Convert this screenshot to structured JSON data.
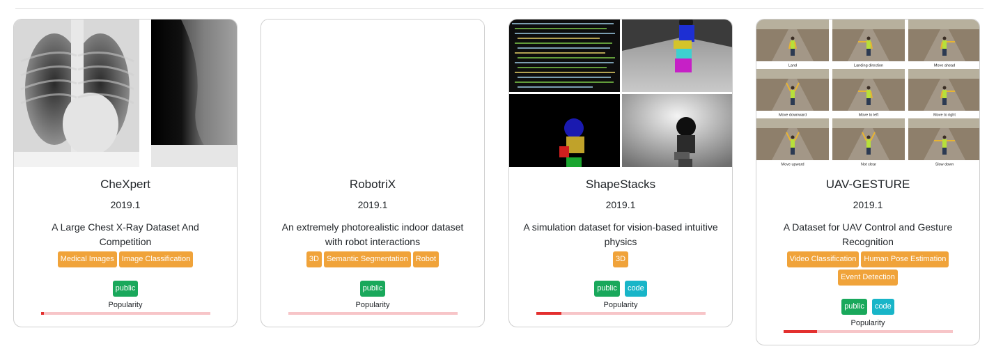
{
  "cards": [
    {
      "name": "CheXpert",
      "year": "2019.1",
      "description": "A Large Chest X-Ray Dataset And Competition",
      "tags": [
        "Medical Images",
        "Image Classification"
      ],
      "access": [
        "public"
      ],
      "popularity_label": "Popularity",
      "popularity": 0.02
    },
    {
      "name": "RobotriX",
      "year": "2019.1",
      "description": "An extremely photorealistic indoor dataset with robot interactions",
      "tags": [
        "3D",
        "Semantic Segmentation",
        "Robot"
      ],
      "access": [
        "public"
      ],
      "popularity_label": "Popularity",
      "popularity": 0.0
    },
    {
      "name": "ShapeStacks",
      "year": "2019.1",
      "description": "A simulation dataset for vision-based intuitive physics",
      "tags": [
        "3D"
      ],
      "access": [
        "public",
        "code"
      ],
      "popularity_label": "Popularity",
      "popularity": 0.15
    },
    {
      "name": "UAV-GESTURE",
      "year": "2019.1",
      "description": "A Dataset for UAV Control and Gesture Recognition",
      "tags": [
        "Video Classification",
        "Human Pose Estimation",
        "Event Detection"
      ],
      "access": [
        "public",
        "code"
      ],
      "popularity_label": "Popularity",
      "popularity": 0.2,
      "thumbnail_captions": [
        "Land",
        "Landing direction",
        "Move ahead",
        "Move downward",
        "Move to left",
        "Move to right",
        "Move upward",
        "Not clear",
        "Slow down"
      ]
    }
  ],
  "colors": {
    "tag": "#f0a33a",
    "public": "#19a85b",
    "code": "#18b5c8",
    "bar_track": "#f7c5c8",
    "bar_fill": "#e3302f"
  }
}
